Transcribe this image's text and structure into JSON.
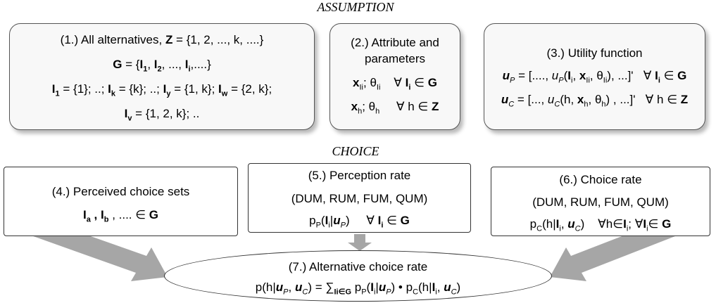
{
  "assumption_title": "ASSUMPTION",
  "choice_title": "CHOICE",
  "box1": {
    "line1_prefix": "(1.) All alternatives, ",
    "line1_set": "Z",
    "line1_rest": " = {1, 2, ..., k, ....}",
    "line2_set": "G",
    "line2_rest_a": " = {",
    "line3": "= {1}; ..; Ik = {k}; ..; Iy = {1, k}; Iw = {2, k};",
    "line4": "= {1, 2, k}; .."
  },
  "box2": {
    "title_line1": "(2.) Attribute and",
    "title_line2": "parameters",
    "sym_forall": "∀",
    "sym_in": "∈",
    "set_G": "G",
    "set_Z": "Z"
  },
  "box3": {
    "title": "(3.) Utility function",
    "uP_rest": " = [...., ",
    "uC_rest": " = [..., "
  },
  "box4": {
    "title": "(4.) Perceived choice sets",
    "rest": ", .... ∈ G"
  },
  "box5": {
    "title": "(5.) Perception rate",
    "models": "(DUM, RUM, FUM, QUM)"
  },
  "box6": {
    "title": "(6.) Choice rate",
    "models": "(DUM, RUM, FUM, QUM)"
  },
  "box7": {
    "title": "(7.) Alternative choice rate"
  },
  "colors": {
    "arrow": "#a6a6a6",
    "border": "#555555",
    "shadow_box_bg": "#f8f8f8"
  }
}
